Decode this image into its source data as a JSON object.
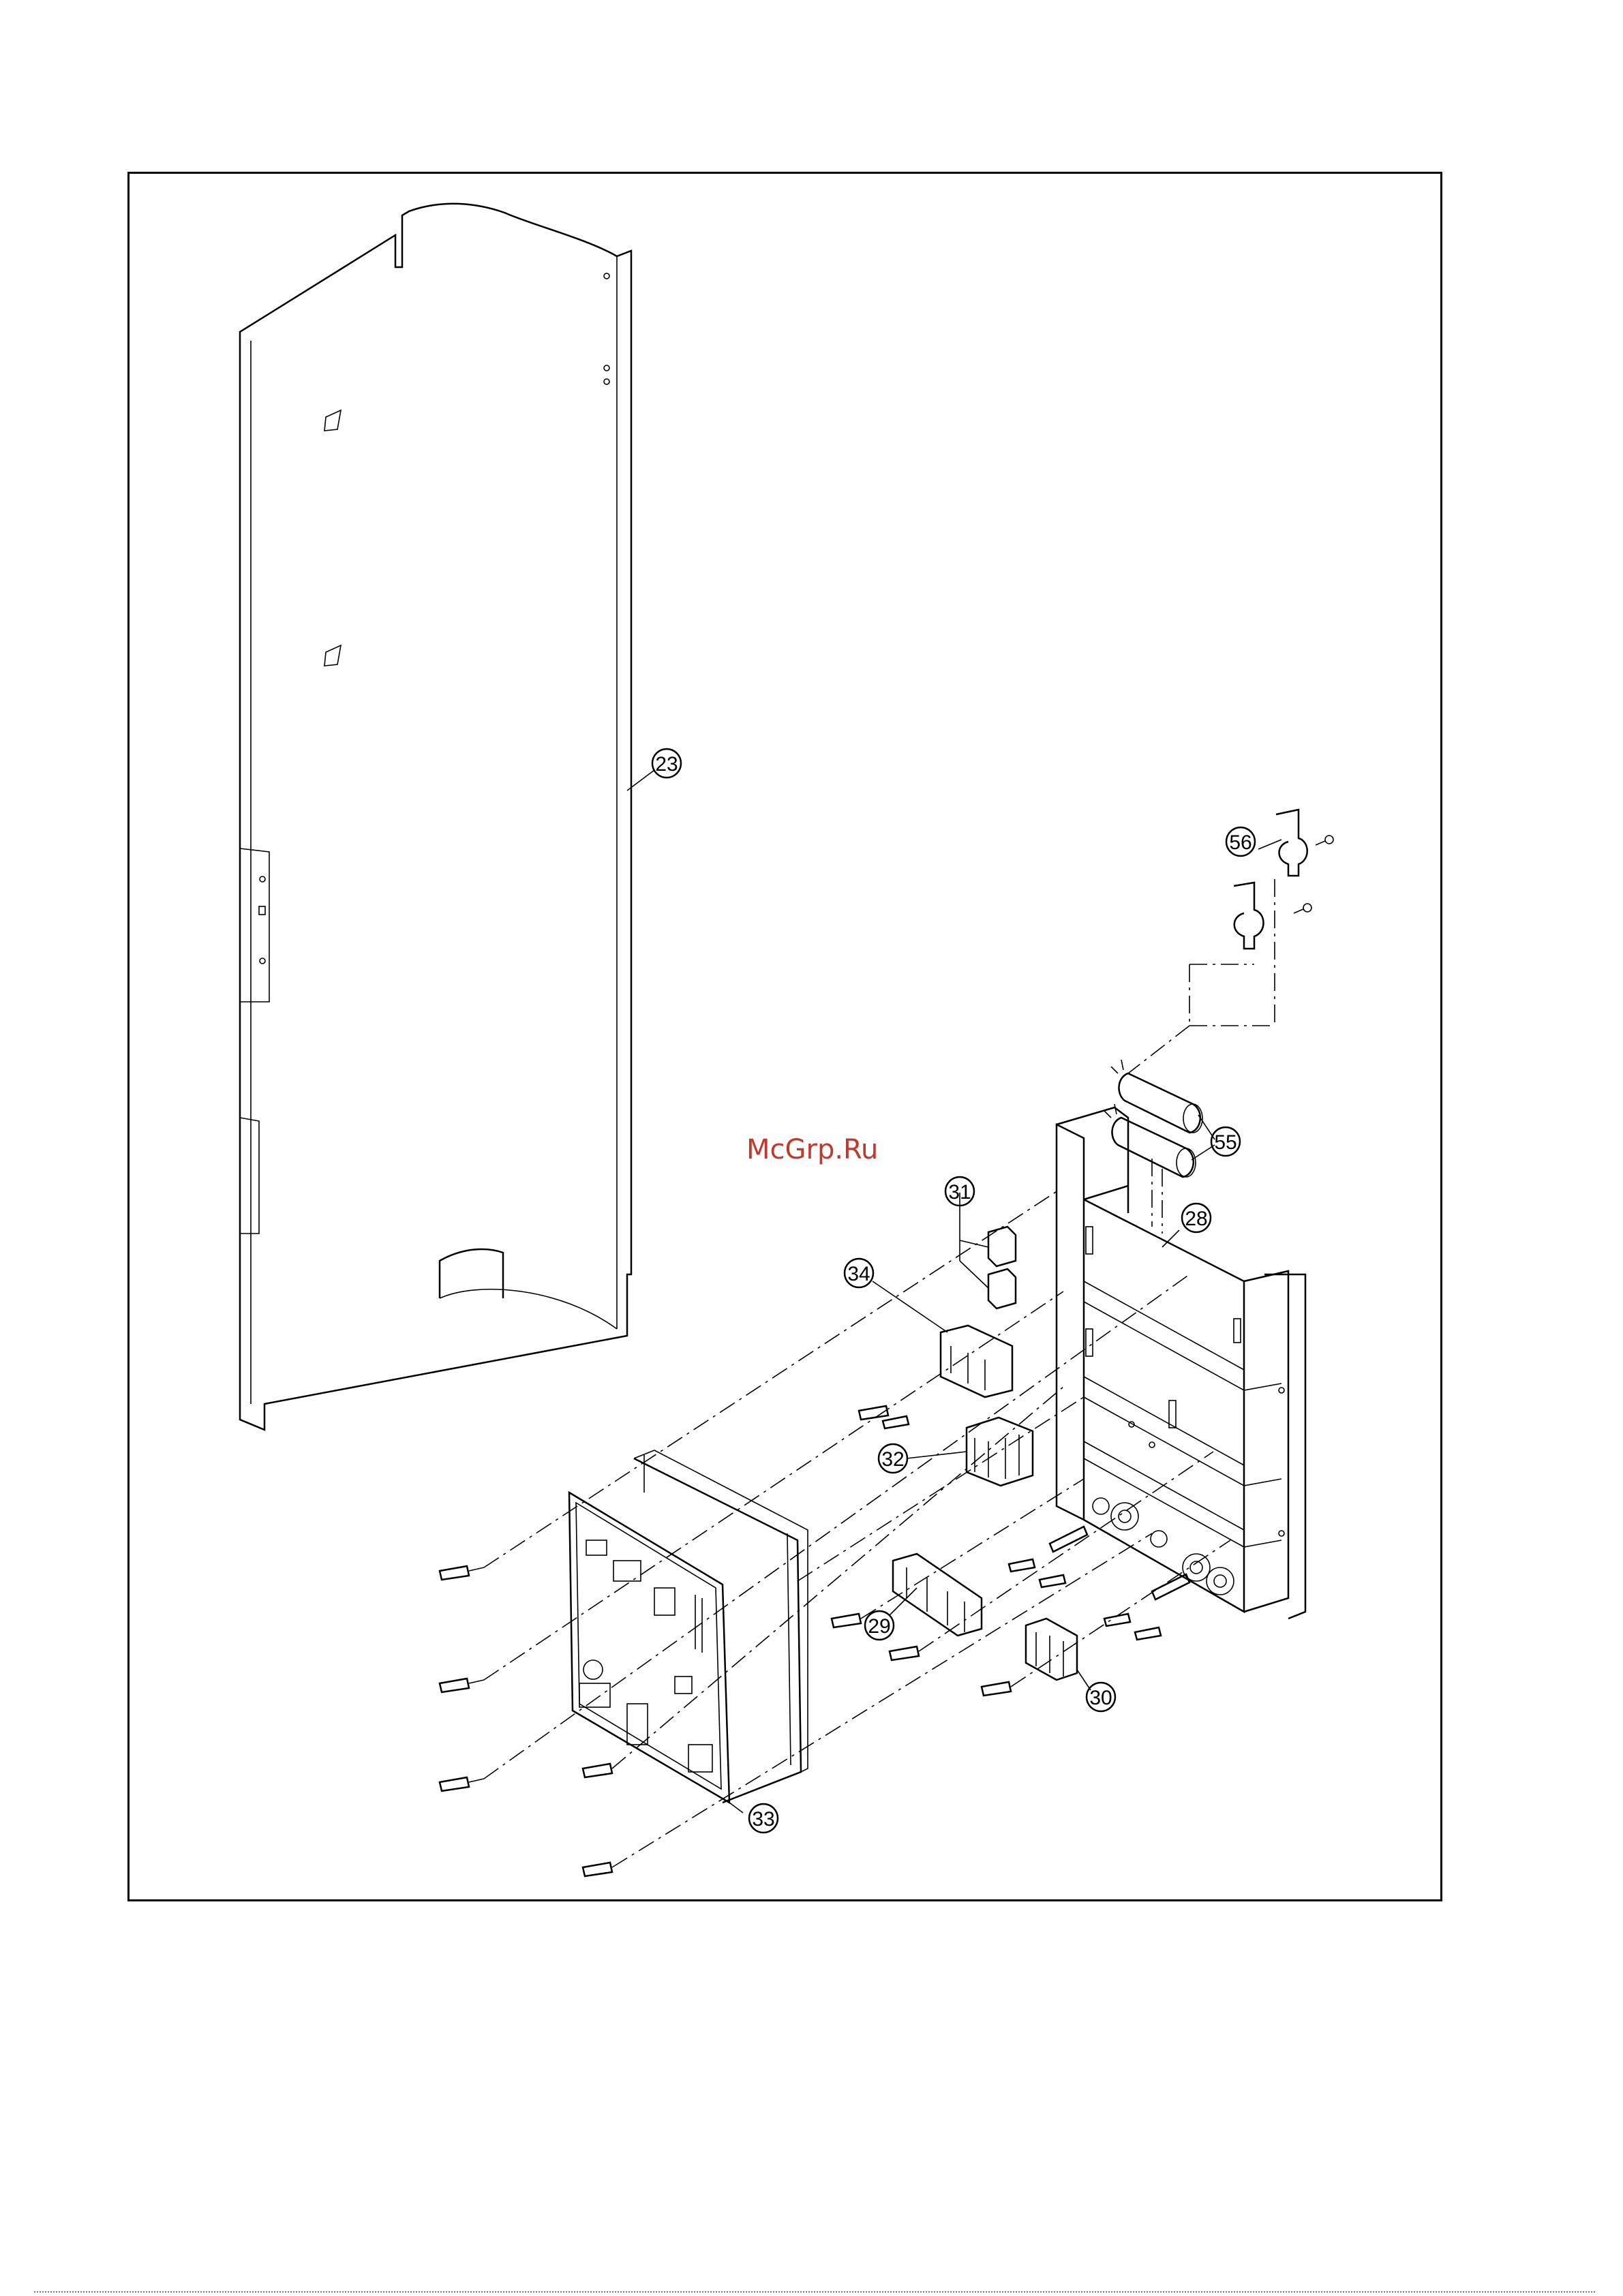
{
  "watermark": "McGrp.Ru",
  "callouts": [
    {
      "id": "c23",
      "label": "23"
    },
    {
      "id": "c56",
      "label": "56"
    },
    {
      "id": "c55",
      "label": "55"
    },
    {
      "id": "c31",
      "label": "31"
    },
    {
      "id": "c28",
      "label": "28"
    },
    {
      "id": "c34",
      "label": "34"
    },
    {
      "id": "c32",
      "label": "32"
    },
    {
      "id": "c29",
      "label": "29"
    },
    {
      "id": "c30",
      "label": "30"
    },
    {
      "id": "c33",
      "label": "33"
    }
  ],
  "colors": {
    "line": "#000000",
    "watermark": "#c0392b",
    "background": "#ffffff"
  }
}
